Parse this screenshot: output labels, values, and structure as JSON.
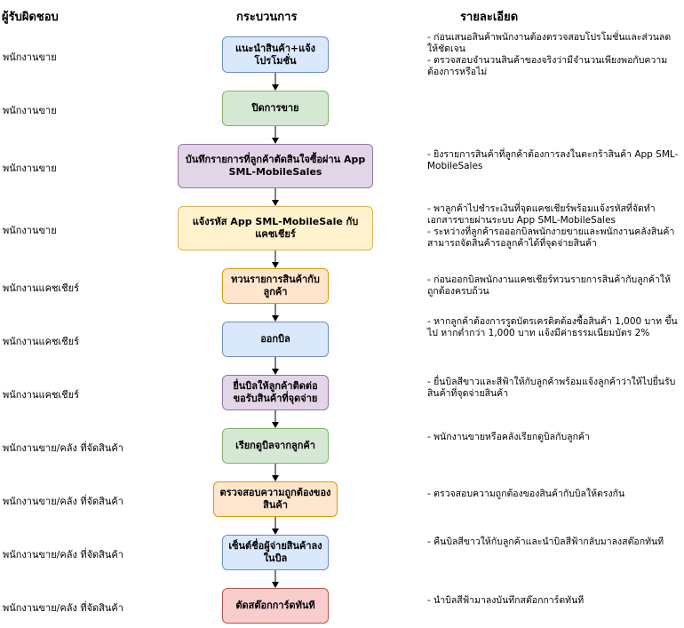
{
  "headers": {
    "responsible": "ผู้รับผิดชอบ",
    "process": "กระบวนการ",
    "details": "รายละเอียด"
  },
  "rows": [
    {
      "responsible": "พนักงานขาย",
      "step": "แนะนำสินค้า+แจ้งโปรโมชั่น",
      "color": "blue",
      "details": [
        "- ก่อนเสนอสินค้าพนักงานต้องตรวจสอบโปรโมชั่นและส่วนลดให้ชัดเจน",
        "- ตรวจสอบจำนวนสินค้าของจริงว่ามีจำนวนเพียงพอกับความต้องการหรือไม่"
      ]
    },
    {
      "responsible": "พนักงานขาย",
      "step": "ปิดการขาย",
      "color": "green",
      "details": []
    },
    {
      "responsible": "พนักงานขาย",
      "step": "บันทึกรายการที่ลูกค้าตัดสินใจซื้อผ่าน App SML-MobileSales",
      "color": "purple",
      "details": [
        "- ยิงรายการสินค้าที่ลูกค้าต้องการลงในตะกร้าสินค้า App SML-MobileSales"
      ]
    },
    {
      "responsible": "พนักงานขาย",
      "step": "แจ้งรหัส App SML-MobileSale กับแคชเชียร์",
      "color": "yellow",
      "details": [
        "- พาลูกค้าไปชำระเงินที่จุดแคชเชียร์พร้อมแจ้งรหัสที่จัดทำเอกสารขายผ่านระบบ App SML-MobileSales",
        "- ระหว่างที่ลูกค้ารอออกบิลพนักงายขายและพนักงานคลังสินค้าสามารถจัดสินค้ารอลูกค้าได้ที่จุดจ่ายสินค้า"
      ]
    },
    {
      "responsible": "พนักงานแคชเชียร์",
      "step": "ทวนรายการสินค้ากับลูกค้า",
      "color": "orange",
      "details": [
        "- ก่อนออกบิลพนักงานแคชเชียร์ทวนรายการสินค้ากับลูกค้าให้ถูกต้องครบถ้วน"
      ]
    },
    {
      "responsible": "พนักงานแคชเชียร์",
      "step": "ออกบิล",
      "color": "blue",
      "details": [
        "- หากลูกค้าต้องการรูดบัตรเครดิตต้องซื้อสินค้า 1,000 บาท ขึ้น ไป หากต่ำกว่า 1,000 บาท แจ้งมีค่าธรรมเนียมบัตร 2%"
      ]
    },
    {
      "responsible": "พนักงานแคชเชียร์",
      "step": "ยื่นบิลให้ลูกค้าติดต่อขอรับสินค้าที่จุดจ่าย",
      "color": "purple",
      "details": [
        "- ยื่นบิลสีขาวและสีฟ้าให้กับลูกค้าพร้อมแจ้งลูกค้าว่าให้ไปยื่นรับสินค้าที่จุดจ่ายสินค้า"
      ]
    },
    {
      "responsible": "พนักงานขาย/คลัง ที่จัดสินค้า",
      "step": "เรียกดูบิลจากลูกค้า",
      "color": "green",
      "details": [
        "- พนักงานขายหรือคลังเรียกดูบิลกับลูกค้า"
      ]
    },
    {
      "responsible": "พนักงานขาย/คลัง ที่จัดสินค้า",
      "step": "ตรวจสอบความถูกต้องของสินค้า",
      "color": "orange",
      "details": [
        "- ตรวจสอบความถูกต้องของสินค้ากับบิลให้ตรงกัน"
      ]
    },
    {
      "responsible": "พนักงานขาย/คลัง ที่จัดสินค้า",
      "step": "เซ็นต์ชื่อผู้จ่ายสินค้าลงในบิล",
      "color": "blue",
      "details": [
        "- คืนบิลสีขาวให้กับลูกค้าและนำบิลสีฟ้ากลับมาลงสต๊อกทันที"
      ]
    },
    {
      "responsible": "พนักงานขาย/คลัง ที่จัดสินค้า",
      "step": "ตัดสต๊อกการ์ดทันที",
      "color": "red",
      "details": [
        "- นำบิลสีฟ้ามาลงบันทึกสต๊อกการ์ดทันที"
      ]
    }
  ]
}
